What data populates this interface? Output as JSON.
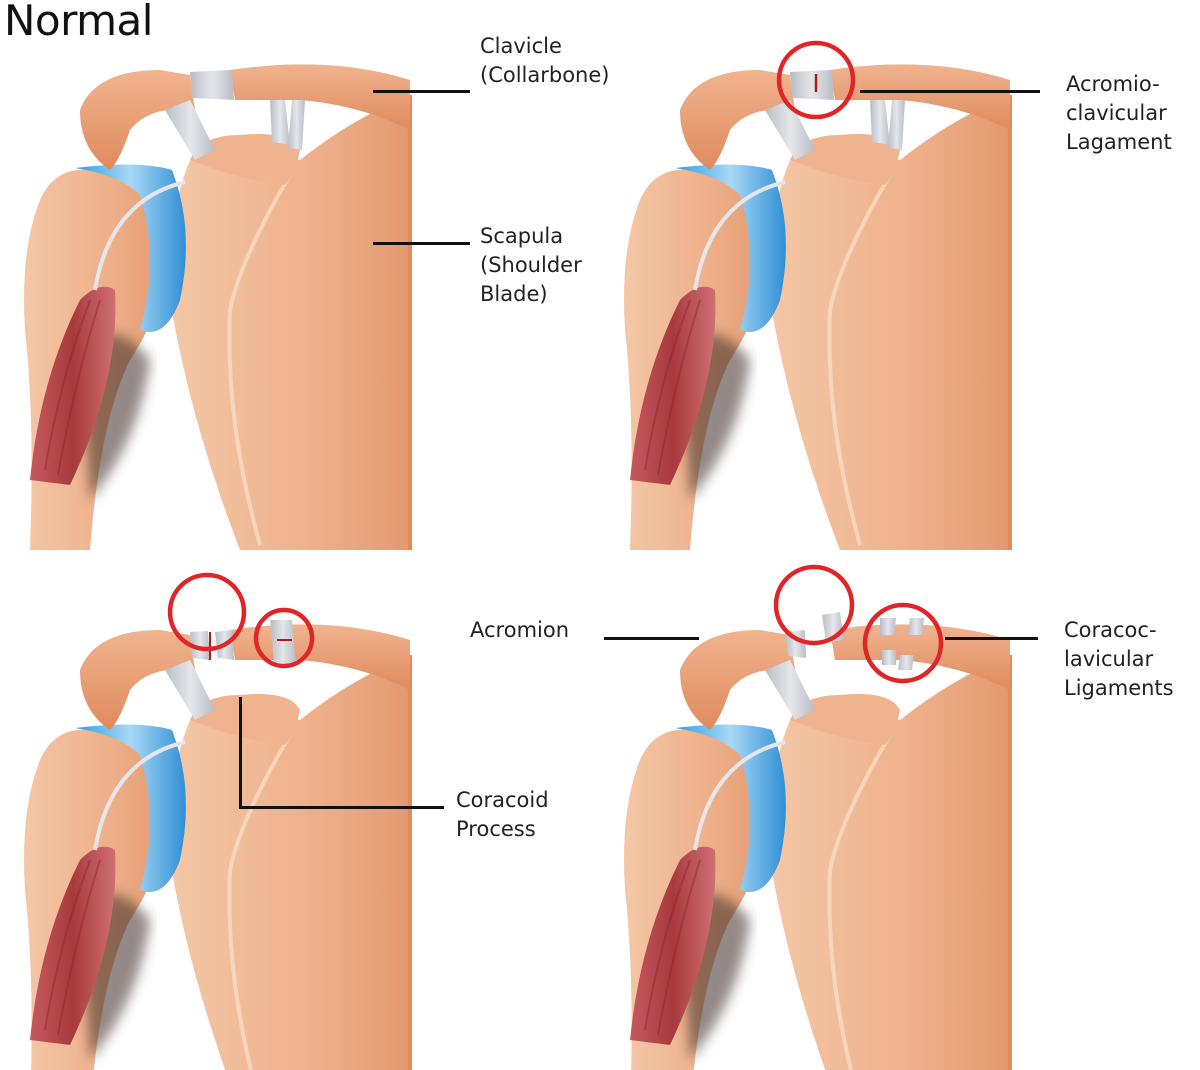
{
  "title": "Normal",
  "colors": {
    "bone": "#eeb08a",
    "bone_dark": "#e0875c",
    "bone_light": "#f3c4a3",
    "cartilage_blue": "#3aa6e8",
    "cartilage_blue_light": "#9fd3f3",
    "ligament_gray": "#c9ccd2",
    "muscle_red": "#b4464c",
    "injury_circle": "#e02427",
    "tear_mark": "#b3191c",
    "leader_line": "#111111"
  },
  "panels": [
    {
      "id": "normal",
      "position": "top-left",
      "description": "Normal shoulder joint"
    },
    {
      "id": "grade1",
      "position": "top-right",
      "description": "Acromioclavicular ligament strain",
      "injury_circles": 1
    },
    {
      "id": "grade2",
      "position": "bottom-left",
      "description": "AC ligament tear with coracoclavicular strain",
      "injury_circles": 2
    },
    {
      "id": "grade3",
      "position": "bottom-right",
      "description": "Complete AC and coracoclavicular ligament tear",
      "injury_circles": 2
    }
  ],
  "labels": {
    "clavicle": [
      "Clavicle",
      "(Collarbone)"
    ],
    "scapula": [
      "Scapula",
      "(Shoulder",
      "Blade)"
    ],
    "acromioclavicular": [
      "Acromio-",
      "clavicular",
      "Lagament"
    ],
    "acromion": [
      "Acromion"
    ],
    "coracoid": [
      "Coracoid",
      "Process"
    ],
    "coracoclavicular": [
      "Coracoc-",
      "lavicular",
      "Ligaments"
    ]
  }
}
